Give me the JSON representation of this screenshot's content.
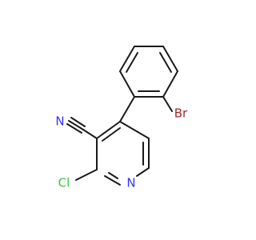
{
  "molecule": {
    "atom_labels": {
      "nitrile_n": "N",
      "ring_n": "N",
      "chlorine": "Cl",
      "bromine": "Br"
    },
    "colors": {
      "bond": "#1a1a1a",
      "carbon_label": "#1a1a1a",
      "nitrogen": "#3333ff",
      "chlorine": "#33cc33",
      "bromine": "#a52a2a"
    }
  }
}
